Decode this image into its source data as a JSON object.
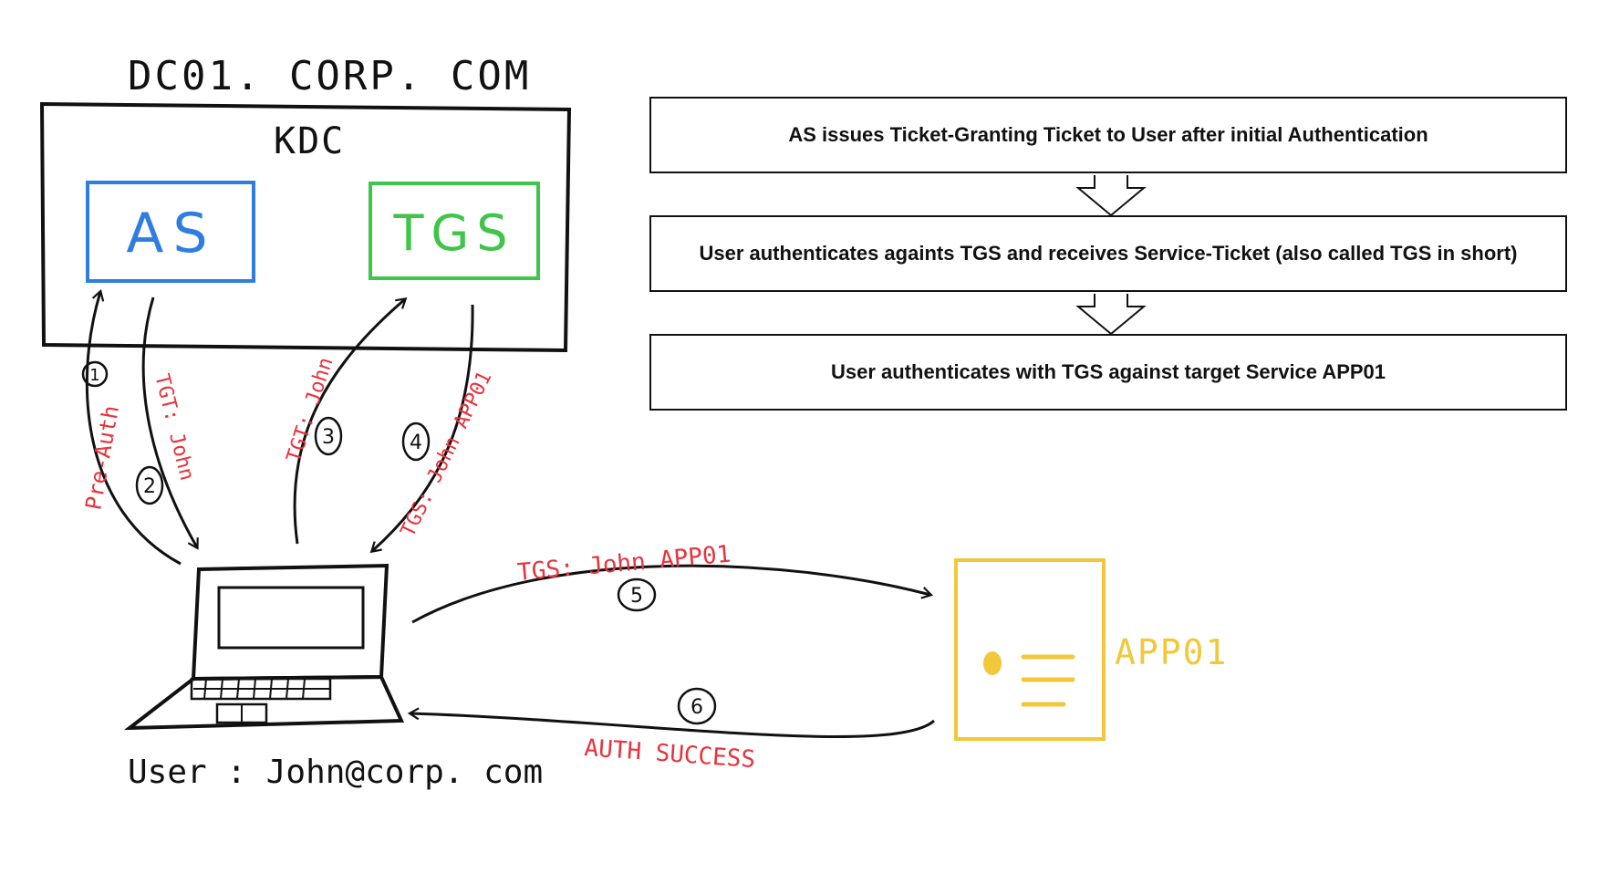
{
  "diagram": {
    "domain_title": "DC01. CORP. COM",
    "kdc_label": "KDC",
    "as_label": "AS",
    "tgs_label": "TGS",
    "user_label": "User :  John@corp. com",
    "app_label": "APP01",
    "colors": {
      "as": "#2f7de1",
      "tgs": "#3fc54a",
      "app": "#f2c83a",
      "annotation": "#e8323c",
      "ink": "#111111"
    },
    "steps": [
      {
        "number": "1",
        "label": "Pre-Auth"
      },
      {
        "number": "2",
        "label": "TGT: John"
      },
      {
        "number": "3",
        "label": "TGT: John"
      },
      {
        "number": "4",
        "label": "TGS: John APP01"
      },
      {
        "number": "5",
        "label": "TGS: John APP01"
      },
      {
        "number": "6",
        "label": "AUTH SUCCESS"
      }
    ]
  },
  "flow": [
    {
      "text": "AS issues Ticket-Granting Ticket to User after initial Authentication"
    },
    {
      "text": "User authenticates againts TGS and receives Service-Ticket (also called TGS in short)"
    },
    {
      "text": "User authenticates with TGS against target Service APP01"
    }
  ]
}
